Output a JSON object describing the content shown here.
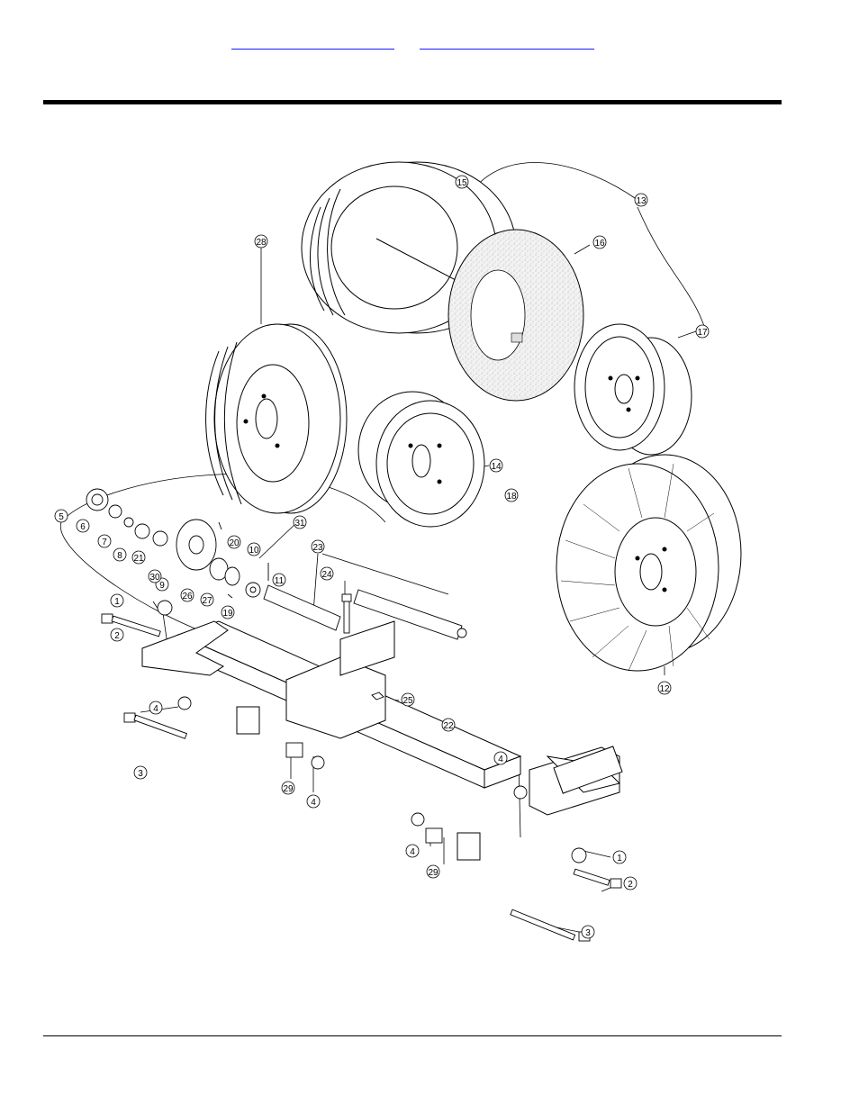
{
  "links": {
    "first": "",
    "second": ""
  },
  "callouts": [
    "1",
    "2",
    "3",
    "4",
    "5",
    "6",
    "7",
    "8",
    "9",
    "10",
    "11",
    "12",
    "13",
    "14",
    "15",
    "16",
    "17",
    "18",
    "19",
    "20",
    "21",
    "22",
    "23",
    "24",
    "25",
    "26",
    "27",
    "28",
    "29",
    "30",
    "31"
  ]
}
